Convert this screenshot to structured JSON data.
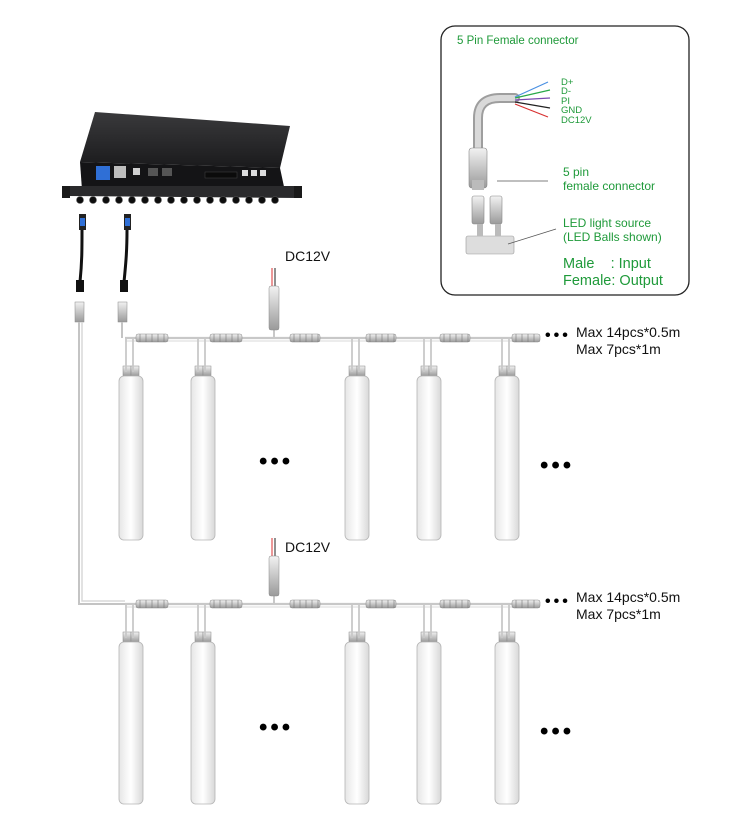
{
  "legend": {
    "title": "5 Pin Female connector",
    "pins": [
      "D+",
      "D-",
      "PI",
      "GND",
      "DC12V"
    ],
    "pin_colors": [
      "#4a90e2",
      "#2aa84a",
      "#7a4ab0",
      "#222222",
      "#d83030"
    ],
    "connector_label_line1": "5 pin",
    "connector_label_line2": "female connector",
    "light_source_line1": "LED light source",
    "light_source_line2": "(LED Balls shown)",
    "male_label": "Male",
    "male_value": ": Input",
    "female_label": "Female",
    "female_value": ": Output"
  },
  "power": {
    "row1": "DC12V",
    "row2": "DC12V"
  },
  "limits": {
    "row1_line1": "Max 14pcs*0.5m",
    "row1_line2": "Max 7pcs*1m",
    "row2_line1": "Max 14pcs*0.5m",
    "row2_line2": "Max 7pcs*1m"
  },
  "ellipsis": "•••",
  "colors": {
    "accent_green": "#1f9a3a",
    "wire": "#bdbdbd",
    "controller_body": "#1c1c1e"
  }
}
